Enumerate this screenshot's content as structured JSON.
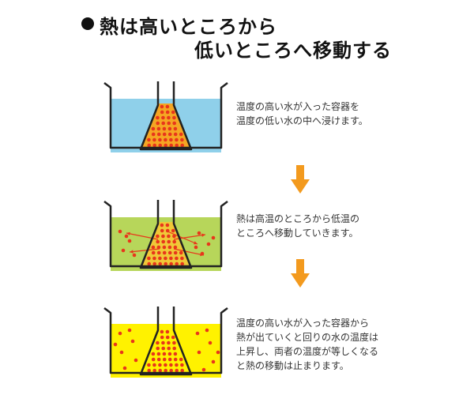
{
  "title": {
    "line1": "熱は高いところから",
    "line2": "低いところへ移動する"
  },
  "steps": [
    {
      "lines": [
        "温度の高い水が入った容器を",
        "温度の低い水の中へ浸けます。"
      ],
      "outer_color": "#8fd0ea",
      "inner_color": "#f5a623"
    },
    {
      "lines": [
        "熱は高温のところから低温の",
        "ところへ移動していきます。"
      ],
      "outer_color": "#b7d65a",
      "inner_color": "#f0c838"
    },
    {
      "lines": [
        "温度の高い水が入った容器から",
        "熱が出ていくと回りの水の温度は",
        "上昇し、両者の温度が等しくなる",
        "と熱の移動は止まります。"
      ],
      "outer_color": "#fff200",
      "inner_color": "#fff200"
    }
  ],
  "colors": {
    "dot": "#e8361b",
    "arrow": "#f39a1e",
    "outline": "#222222"
  }
}
